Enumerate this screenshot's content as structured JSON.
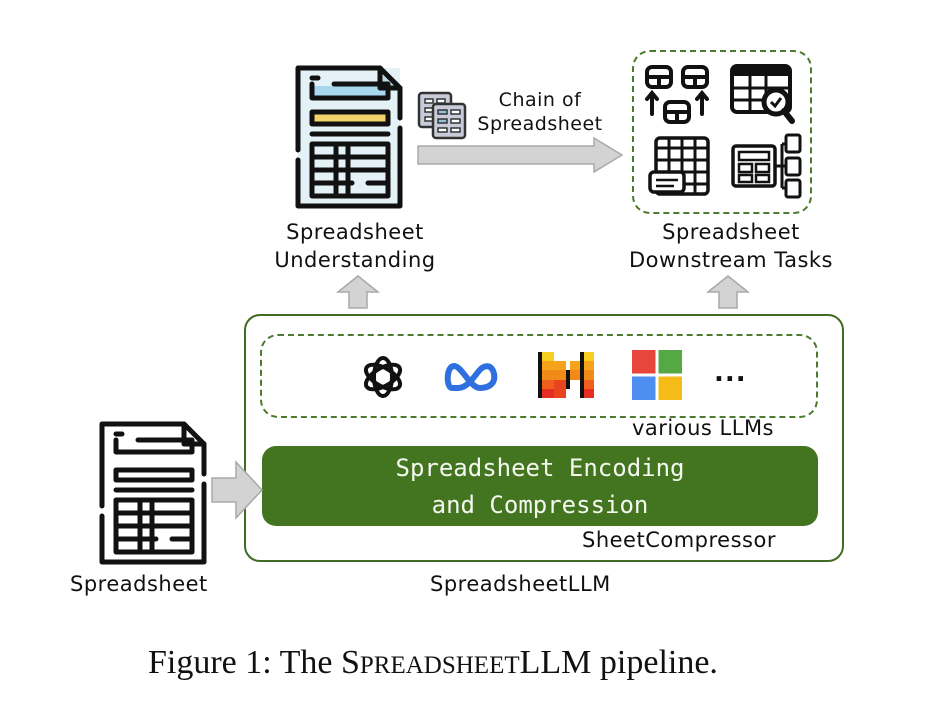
{
  "diagram": {
    "nodes": {
      "spreadsheet": {
        "label": "Spreadsheet",
        "icon": "spreadsheet-document-icon"
      },
      "understanding": {
        "label_line1": "Spreadsheet",
        "label_line2": "Understanding",
        "icon": "spreadsheet-document-colored-icon"
      },
      "downstream": {
        "label_line1": "Spreadsheet",
        "label_line2": "Downstream Tasks",
        "icons": [
          "table-merge-icon",
          "table-search-icon",
          "table-annotate-icon",
          "table-split-icon"
        ]
      },
      "chain": {
        "label_line1": "Chain of",
        "label_line2": "Spreadsheet",
        "icon": "stacked-sheets-icon"
      },
      "llm_group": {
        "label": "various LLMs",
        "icons": [
          "openai-logo-icon",
          "meta-logo-icon",
          "mistral-logo-icon",
          "microsoft-logo-icon"
        ],
        "ellipsis": "..."
      },
      "encoder": {
        "line1": "Spreadsheet Encoding",
        "line2": "and Compression",
        "label": "SheetCompressor"
      },
      "system": {
        "label": "SpreadsheetLLM"
      }
    },
    "colors": {
      "box_green": "#3f6b22",
      "encoder_fill": "#437520",
      "dashed_green": "#4c7a2e",
      "arrow_fill": "#d3d3d3",
      "arrow_stroke": "#a9a9a9",
      "ms_red": "#e8453c",
      "ms_green": "#56a845",
      "ms_blue": "#4d8ef0",
      "ms_yellow": "#f5bb16",
      "meta_blue": "#2f6fe0"
    }
  },
  "caption": {
    "prefix": "Figure 1: The ",
    "s_big": "S",
    "small_caps": "PREADSHEET",
    "suffix_llm": "LLM",
    "rest": " pipeline."
  }
}
